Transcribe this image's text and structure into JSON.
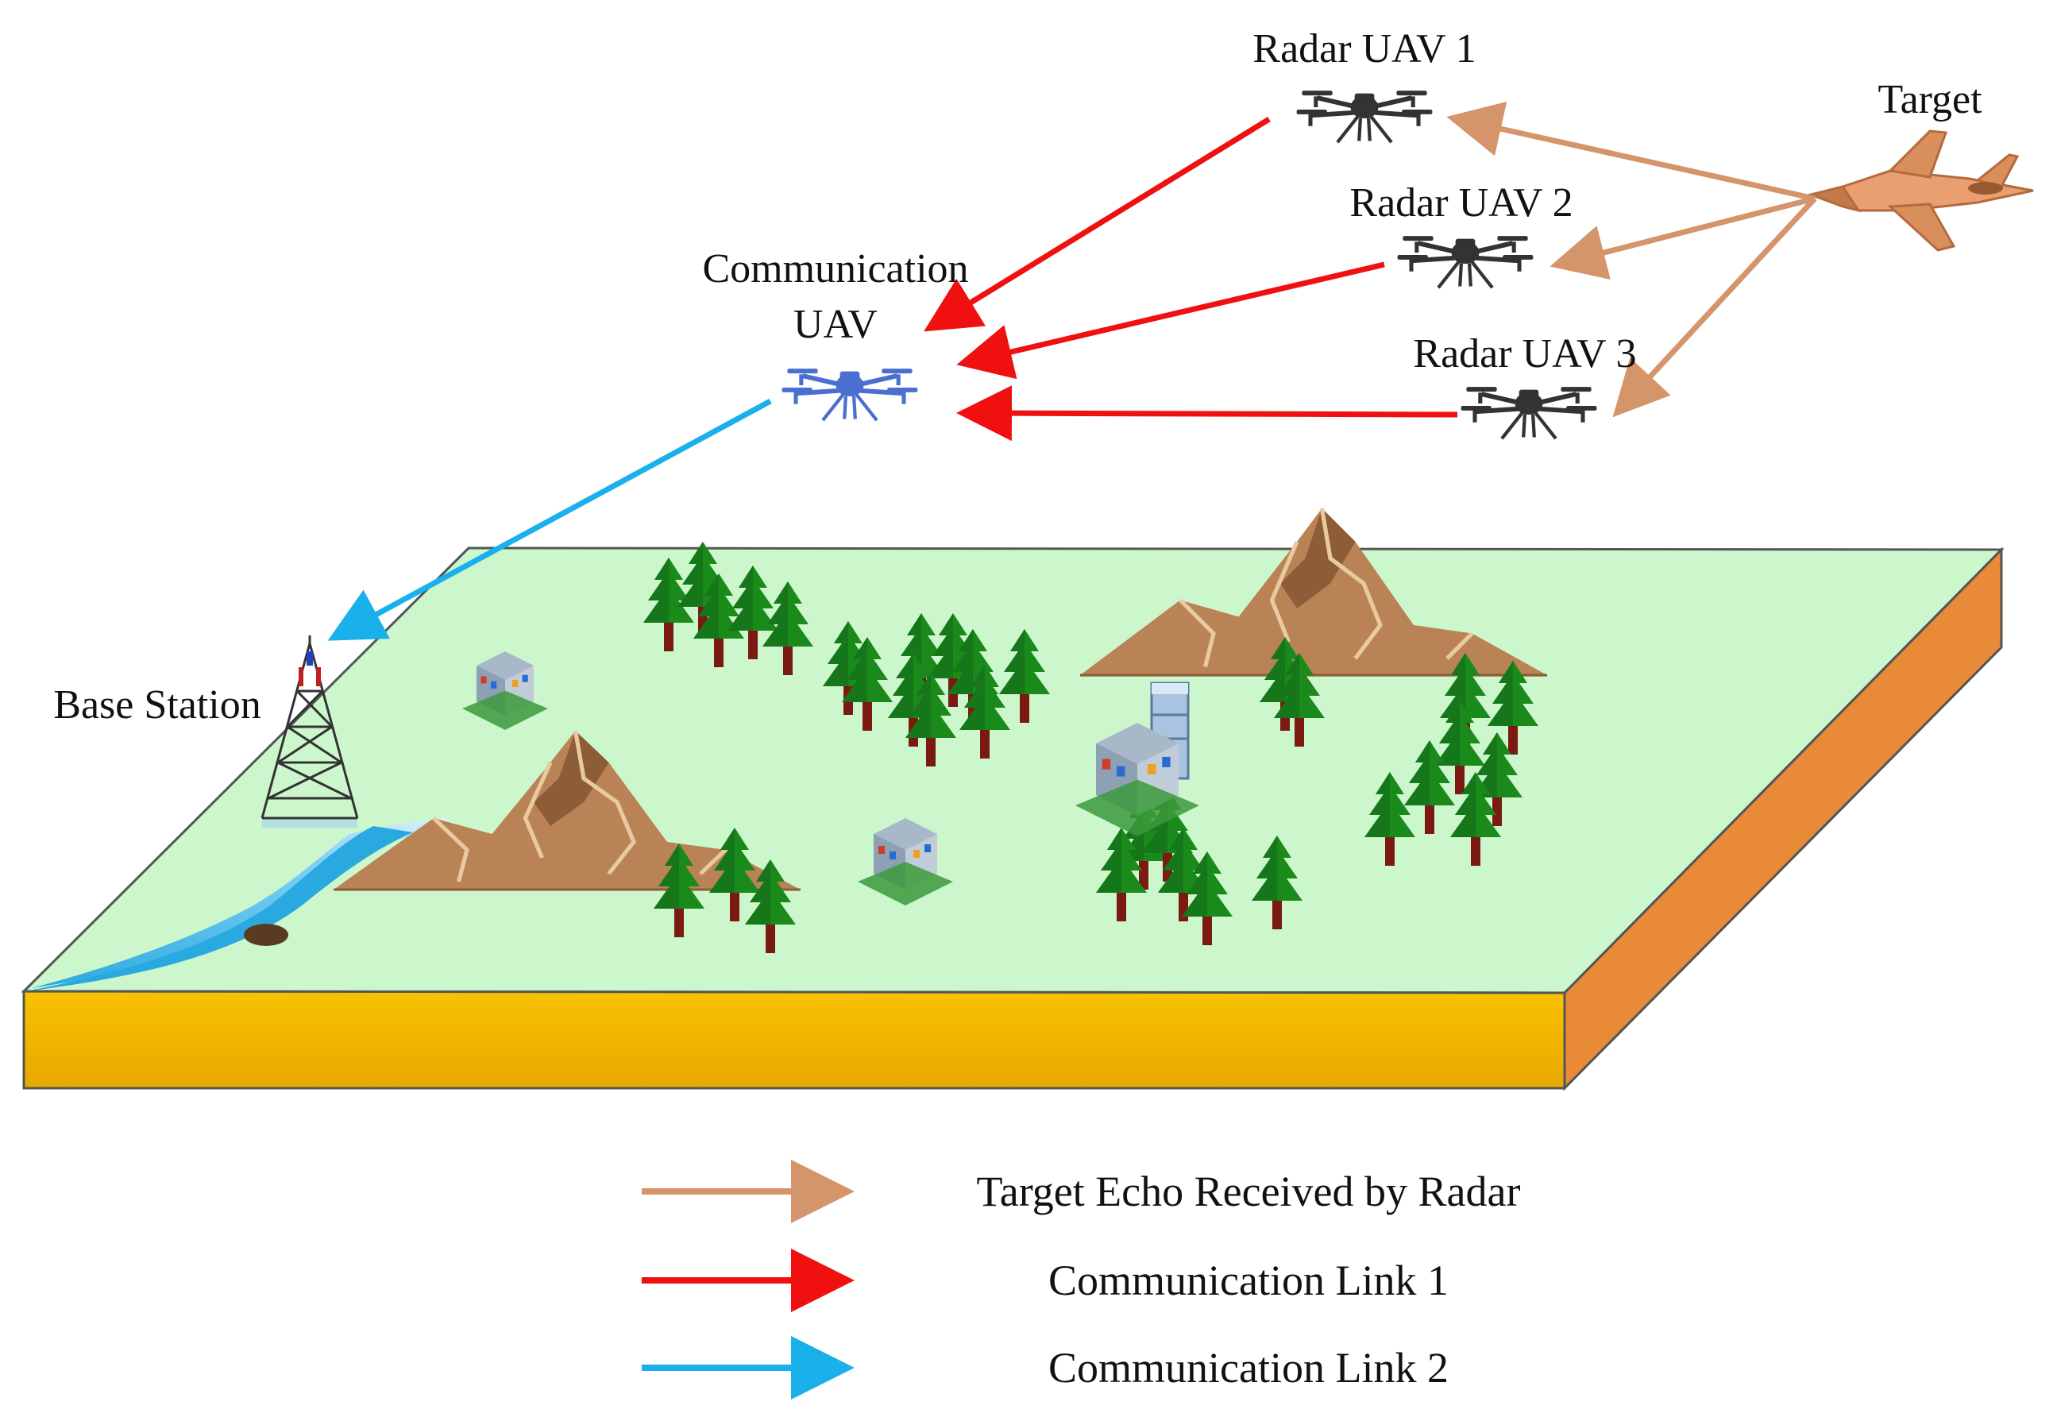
{
  "labels": {
    "radar1": "Radar UAV 1",
    "radar2": "Radar UAV 2",
    "radar3": "Radar UAV 3",
    "target": "Target",
    "comm_line1": "Communication",
    "comm_line2": "UAV",
    "base_station": "Base Station"
  },
  "legend": [
    {
      "label": "Target Echo Received by Radar",
      "color": "#d4956b"
    },
    {
      "label": "Communication Link 1",
      "color": "#f01010"
    },
    {
      "label": "Communication Link 2",
      "color": "#1ab0ec"
    }
  ],
  "colors": {
    "ground_top": "#ccf7cc",
    "ground_front": "#f6b800",
    "ground_side": "#e88a38",
    "echo": "#d4956b",
    "link1": "#f01010",
    "link2": "#1ab0ec",
    "radar_uav": "#3a3a3a",
    "comm_uav": "#4a6fd0",
    "tree": "#1a8a1a",
    "trunk": "#7a1a10",
    "mountain": "#b98356"
  },
  "icons": {
    "radar_uav": "quadcopter-icon",
    "comm_uav": "quadcopter-icon",
    "target": "fighter-jet-icon",
    "base_station": "cell-tower-icon"
  }
}
